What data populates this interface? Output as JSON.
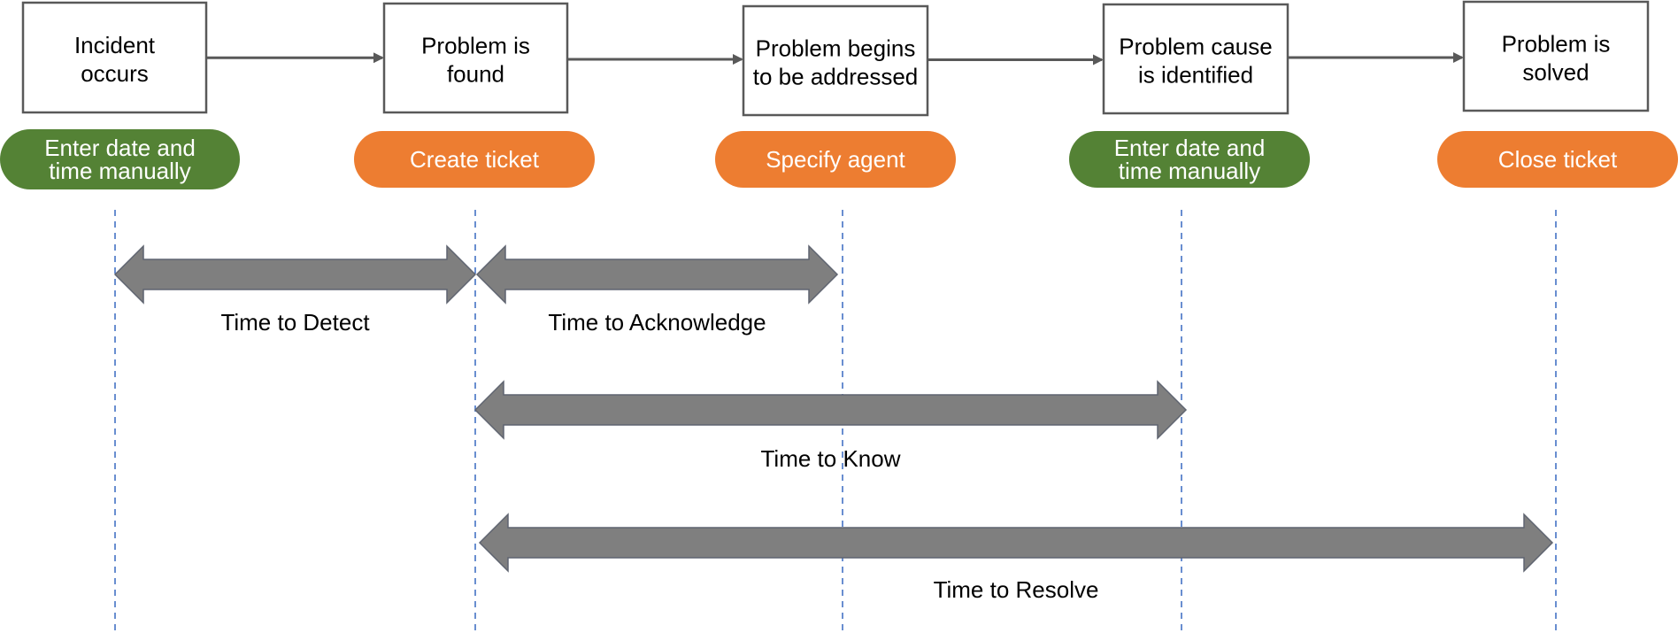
{
  "colors": {
    "manual_step": "#548235",
    "ticket_action": "#ED7D31",
    "span_arrow": "#7F7F7F",
    "guide_line": "#4472C4",
    "flow_arrow": "#595959",
    "box_border": "#595959"
  },
  "stages": [
    {
      "line1": "Incident",
      "line2": "occurs",
      "action": {
        "line1": "Enter date and",
        "line2": "time manually",
        "kind": "manual"
      }
    },
    {
      "line1": "Problem is",
      "line2": "found",
      "action": {
        "line1": "Create ticket",
        "line2": "",
        "kind": "ticket"
      }
    },
    {
      "line1": "Problem begins",
      "line2": "to be addressed",
      "action": {
        "line1": "Specify agent",
        "line2": "",
        "kind": "ticket"
      }
    },
    {
      "line1": "Problem cause",
      "line2": "is identified",
      "action": {
        "line1": "Enter date and",
        "line2": "time manually",
        "kind": "manual"
      }
    },
    {
      "line1": "Problem is",
      "line2": "solved",
      "action": {
        "line1": "Close ticket",
        "line2": "",
        "kind": "ticket"
      }
    }
  ],
  "spans": [
    {
      "label": "Time to Detect",
      "from_stage": 0,
      "to_stage": 1
    },
    {
      "label": "Time to Acknowledge",
      "from_stage": 1,
      "to_stage": 2
    },
    {
      "label": "Time to Know",
      "from_stage": 1,
      "to_stage": 3
    },
    {
      "label": "Time to Resolve",
      "from_stage": 1,
      "to_stage": 4
    }
  ]
}
